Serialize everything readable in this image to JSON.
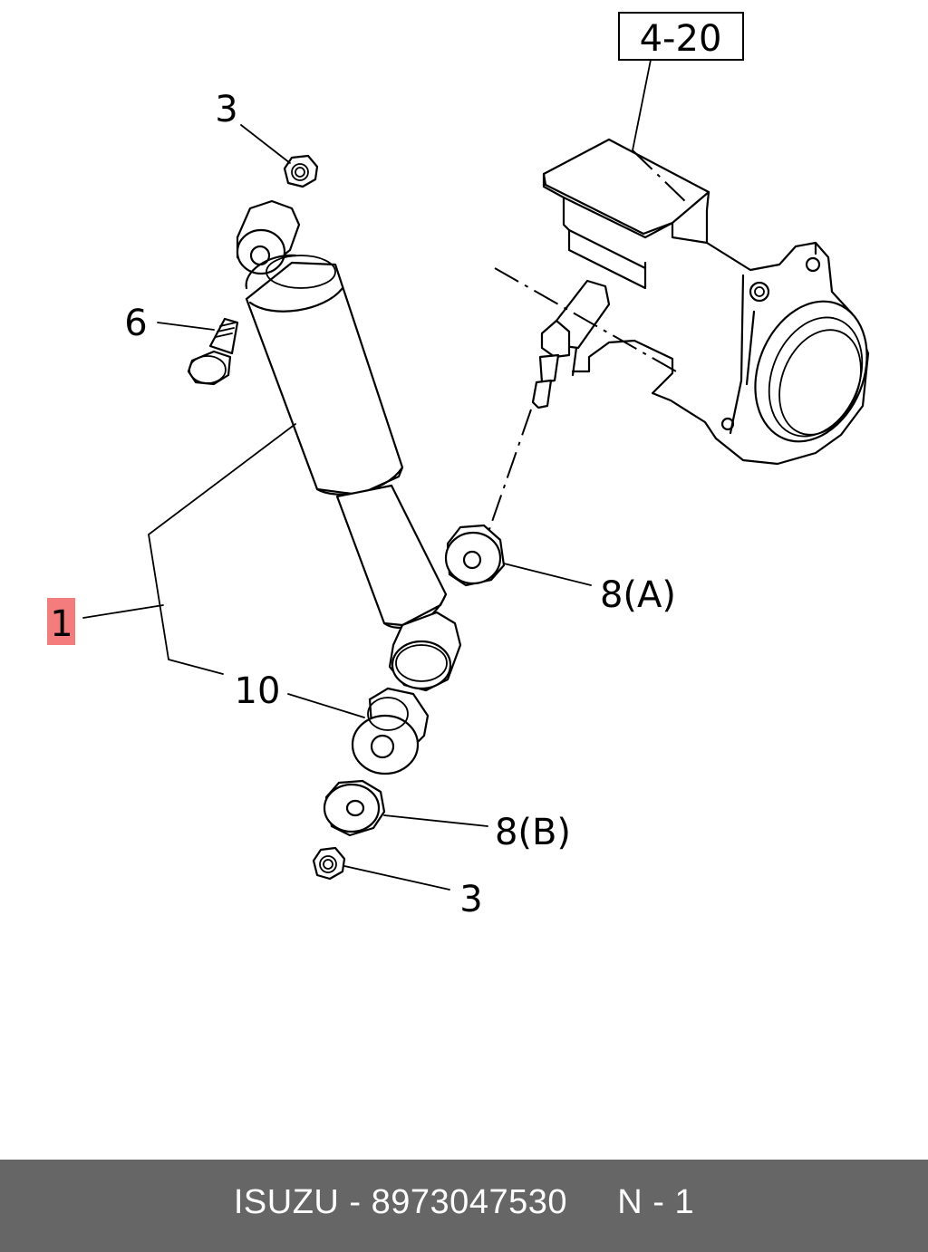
{
  "diagram": {
    "ref_box": "4-20",
    "callouts": {
      "c1": "1",
      "c3_top": "3",
      "c6": "6",
      "c8a": "8(A)",
      "c10": "10",
      "c8b": "8(B)",
      "c3_bottom": "3"
    },
    "highlight_color": "#f47c7c"
  },
  "footer": {
    "brand": "ISUZU",
    "part_number": "8973047530",
    "position": "N - 1",
    "text": "ISUZU - 8973047530     N - 1",
    "background": "#666666"
  }
}
